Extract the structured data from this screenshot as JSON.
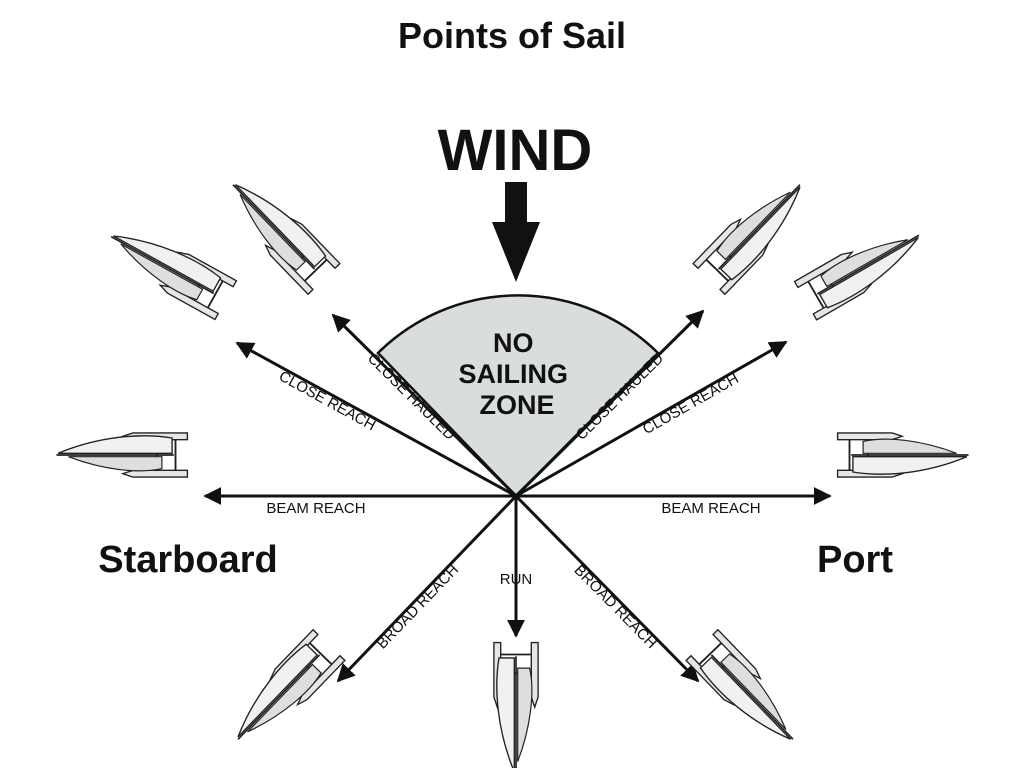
{
  "title": "Points of Sail",
  "wind": {
    "label": "WIND"
  },
  "no_sailing_zone": {
    "lines": [
      "NO",
      "SAILING",
      "ZONE"
    ]
  },
  "sides": {
    "left": "Starboard",
    "right": "Port"
  },
  "points": {
    "close_hauled_left": "CLOSE HAULED",
    "close_hauled_right": "CLOSE HAULED",
    "close_reach_left": "CLOSE REACH",
    "close_reach_right": "CLOSE REACH",
    "beam_reach_left": "BEAM REACH",
    "beam_reach_right": "BEAM REACH",
    "broad_reach_left": "BROAD REACH",
    "broad_reach_right": "BROAD REACH",
    "run": "RUN"
  },
  "colors": {
    "ink": "#111111",
    "zone_fill": "#d9dddd",
    "sail_light": "#f1f1f1",
    "sail_shade": "#dedede"
  },
  "icons": [
    "wind-arrow-icon",
    "catamaran-icon"
  ]
}
